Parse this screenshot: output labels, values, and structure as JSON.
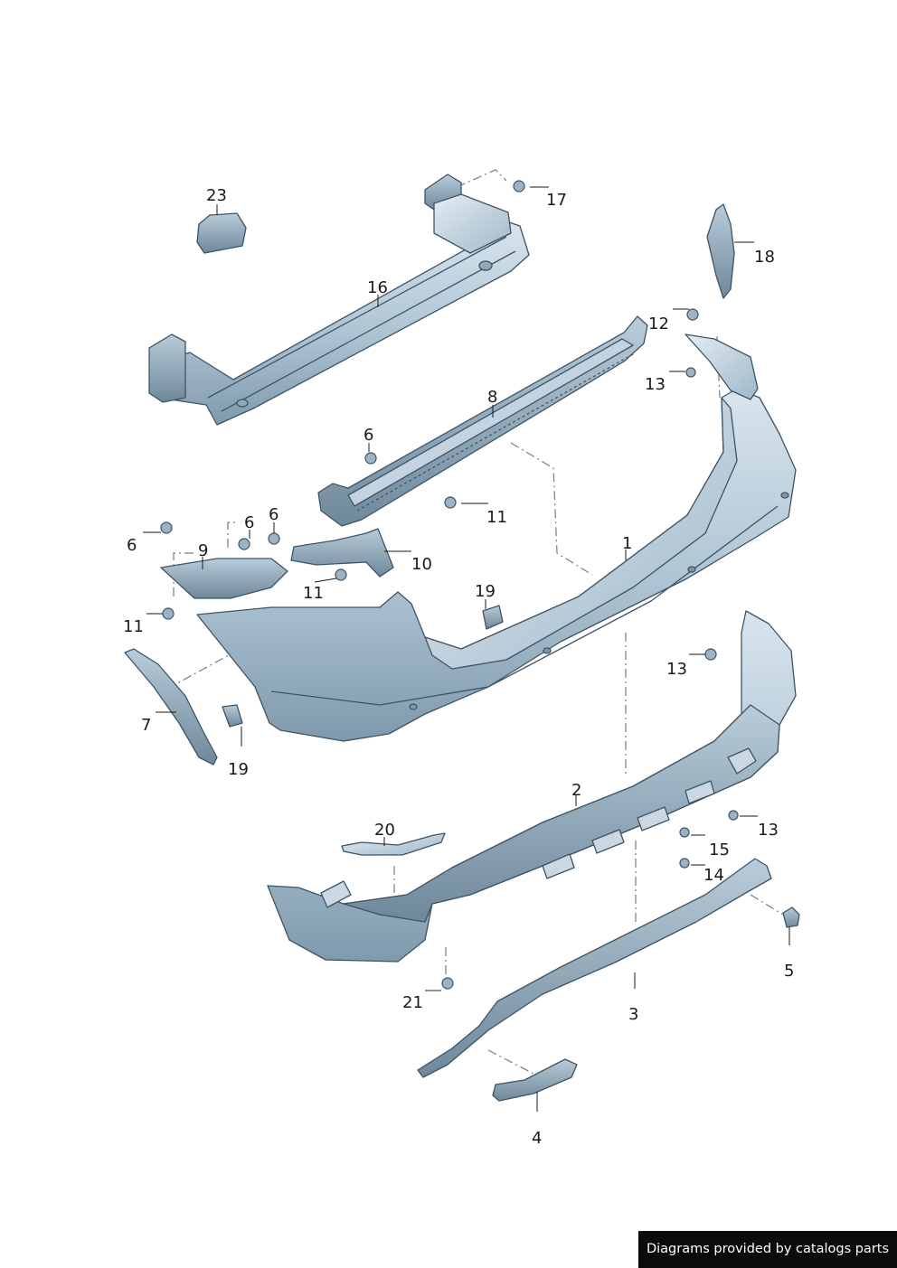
{
  "diagram": {
    "callouts": [
      "1",
      "2",
      "3",
      "4",
      "5",
      "6",
      "7",
      "8",
      "9",
      "10",
      "11",
      "12",
      "13",
      "14",
      "15",
      "16",
      "17",
      "18",
      "19",
      "20",
      "21",
      "23"
    ]
  },
  "credit": "Diagrams provided by catalogs parts"
}
